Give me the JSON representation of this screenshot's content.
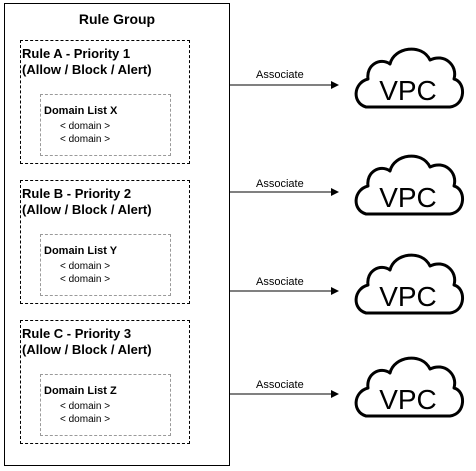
{
  "group": {
    "title": "Rule Group"
  },
  "rules": [
    {
      "title_line1": "Rule A - Priority 1",
      "title_line2": "(Allow / Block / Alert)",
      "domain_list": {
        "title": "Domain List X",
        "entries": [
          "< domain >",
          "< domain >"
        ]
      }
    },
    {
      "title_line1": "Rule B - Priority 2",
      "title_line2": "(Allow / Block / Alert)",
      "domain_list": {
        "title": "Domain List Y",
        "entries": [
          "< domain >",
          "< domain >"
        ]
      }
    },
    {
      "title_line1": "Rule C - Priority 3",
      "title_line2": "(Allow / Block / Alert)",
      "domain_list": {
        "title": "Domain List Z",
        "entries": [
          "< domain >",
          "< domain >"
        ]
      }
    }
  ],
  "associations": [
    {
      "label": "Associate",
      "target": "VPC"
    },
    {
      "label": "Associate",
      "target": "VPC"
    },
    {
      "label": "Associate",
      "target": "VPC"
    },
    {
      "label": "Associate",
      "target": "VPC"
    }
  ],
  "icons": {
    "cloud": "cloud-icon"
  },
  "colors": {
    "stroke": "#000000",
    "inner_dash": "#9a9a9a"
  }
}
